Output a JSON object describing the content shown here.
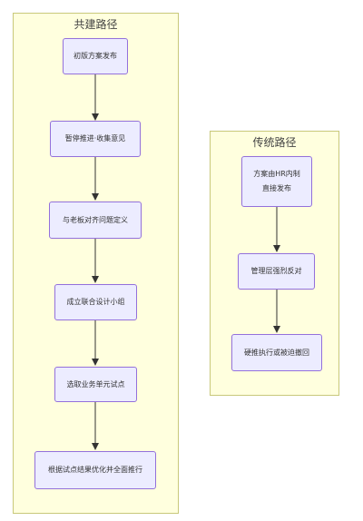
{
  "groups": [
    {
      "title": "共建路径",
      "nodes": [
        {
          "label": "初版方案发布"
        },
        {
          "label": "暂停推进·收集意见"
        },
        {
          "label": "与老板对齐问题定义"
        },
        {
          "label": "成立联合设计小组"
        },
        {
          "label": "选取业务单元试点"
        },
        {
          "label": "根据试点结果优化并全面推行"
        }
      ]
    },
    {
      "title": "传统路径",
      "nodes": [
        {
          "label_lines": [
            "方案由HR内制",
            "直接发布"
          ]
        },
        {
          "label": "管理层强烈反对"
        },
        {
          "label": "硬推执行或被迫撤回"
        }
      ]
    }
  ],
  "colors": {
    "group_fill": "#ffffde",
    "group_border": "#c8c87a",
    "node_fill": "#ececff",
    "node_border": "#9370db",
    "edge": "#333333"
  }
}
